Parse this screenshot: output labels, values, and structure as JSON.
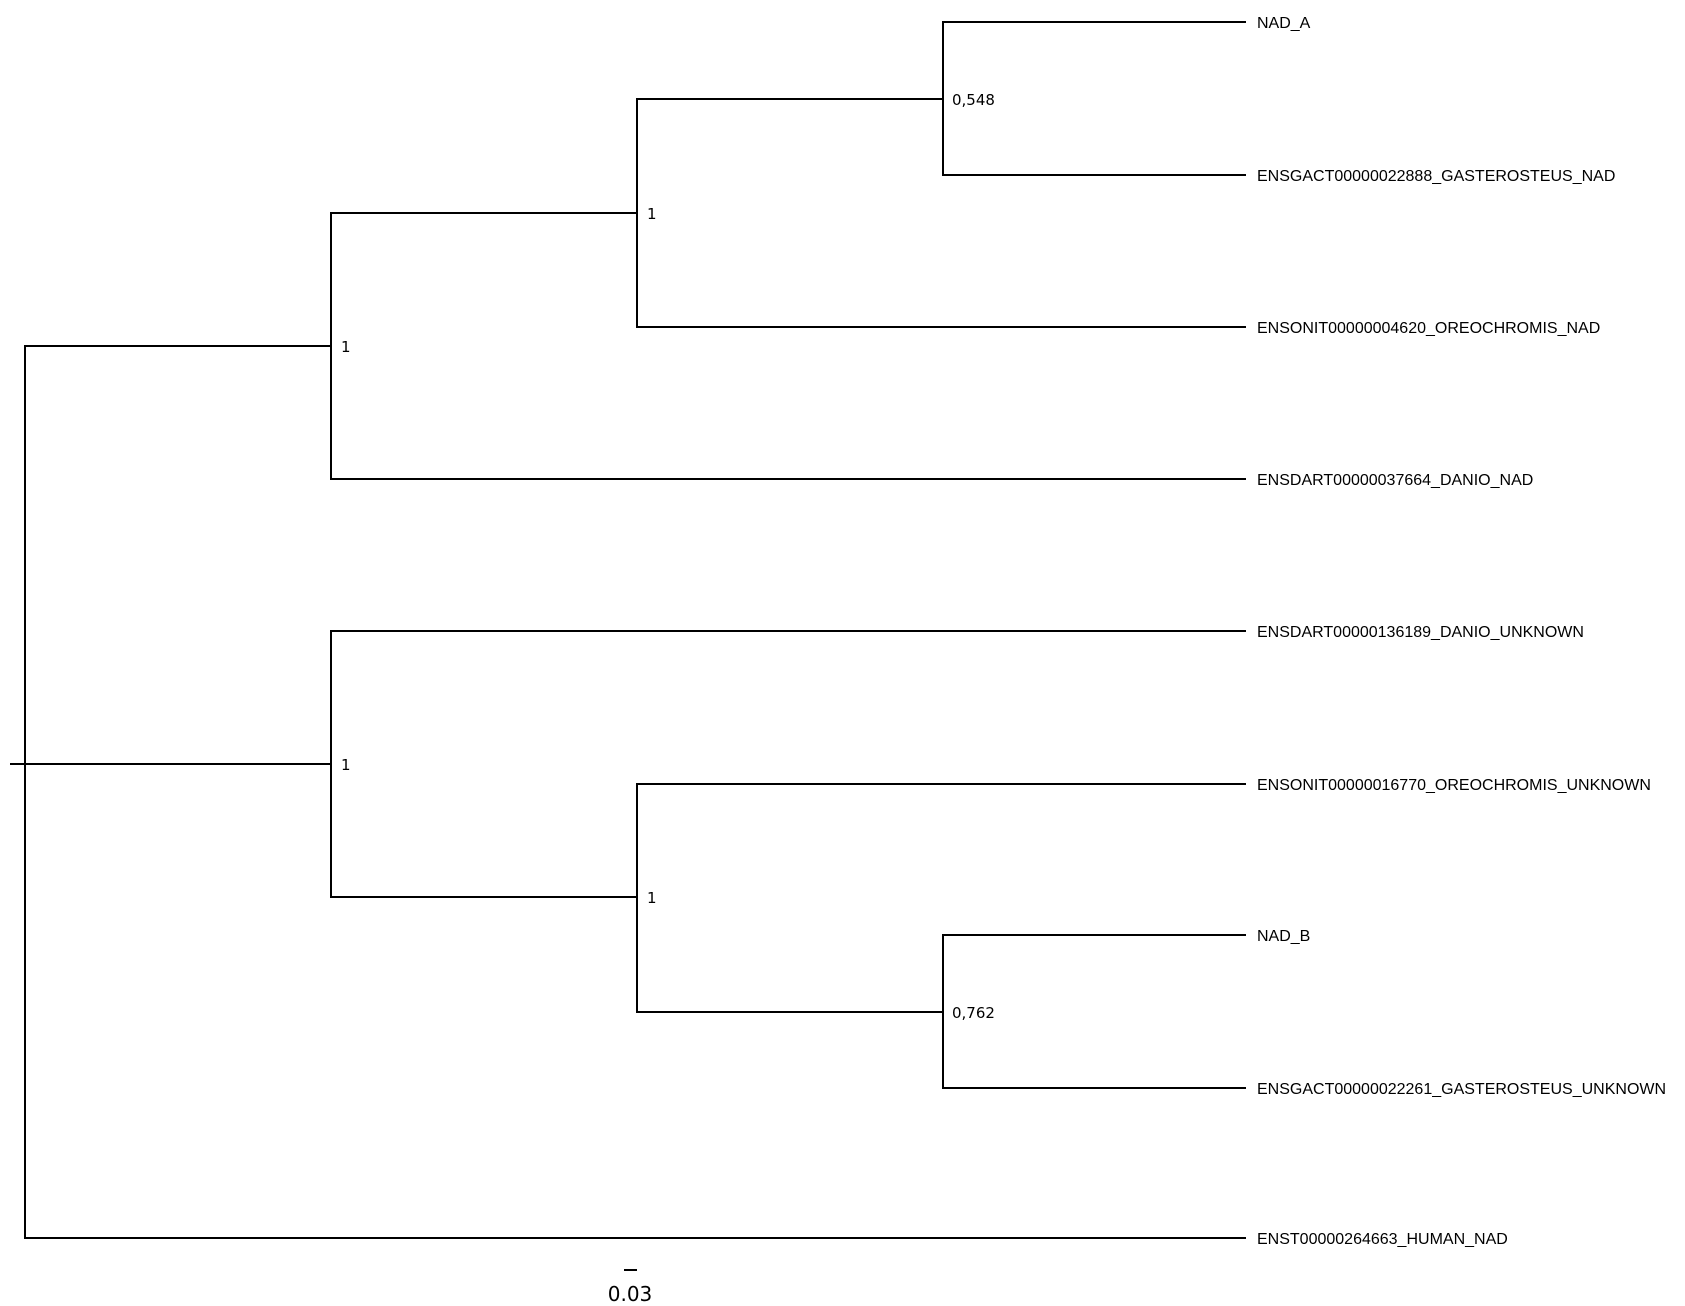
{
  "tree": {
    "leaves": [
      {
        "id": "nad_a",
        "label": "NAD_A"
      },
      {
        "id": "gast_nad",
        "label": "ENSGACT00000022888_GASTEROSTEUS_NAD"
      },
      {
        "id": "oreo_nad",
        "label": "ENSONIT00000004620_OREOCHROMIS_NAD"
      },
      {
        "id": "danio_nad",
        "label": "ENSDART00000037664_DANIO_NAD"
      },
      {
        "id": "danio_unk",
        "label": "ENSDART00000136189_DANIO_UNKNOWN"
      },
      {
        "id": "oreo_unk",
        "label": "ENSONIT00000016770_OREOCHROMIS_UNKNOWN"
      },
      {
        "id": "nad_b",
        "label": "NAD_B"
      },
      {
        "id": "gast_unk",
        "label": "ENSGACT00000022261_GASTEROSTEUS_UNKNOWN"
      },
      {
        "id": "human_nad",
        "label": "ENST00000264663_HUMAN_NAD"
      }
    ],
    "support_values": {
      "clade_a_inner": "0,548",
      "clade_a_mid": "1",
      "clade_a_root": "1",
      "clade_b_root": "1",
      "clade_b_mid": "1",
      "clade_b_inner": "0,762"
    },
    "scale_bar": {
      "label": "0.03"
    }
  }
}
